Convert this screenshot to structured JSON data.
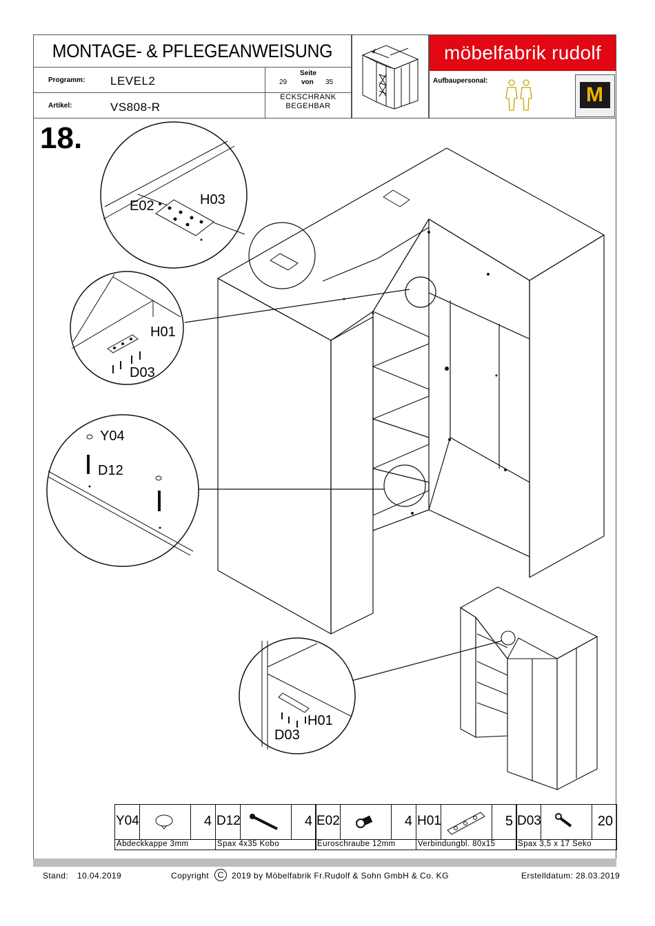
{
  "header": {
    "title": "MONTAGE- & PFLEGEANWEISUNG",
    "programm_label": "Programm:",
    "programm_value": "LEVEL2",
    "artikel_label": "Artikel:",
    "artikel_value": "VS808-R",
    "seite_label": "Seite",
    "seite_current": "29",
    "seite_von": "von",
    "seite_total": "35",
    "product_line1": "ECKSCHRANK",
    "product_line2": "BEGEHBAR",
    "brand": "möbelfabrik rudolf",
    "aufbaupersonal_label": "Aufbaupersonal:"
  },
  "step": {
    "number": "18."
  },
  "callouts": {
    "top": {
      "a": "E02",
      "b": "H03"
    },
    "left_upper": {
      "a": "H01",
      "b": "D03"
    },
    "left_lower": {
      "a": "Y04",
      "b": "D12"
    },
    "bottom": {
      "a": "H01",
      "b": "D03"
    }
  },
  "parts": [
    {
      "code": "Y04",
      "count": "4",
      "desc": "Abdeckkappe 3mm",
      "icon": "cap-icon"
    },
    {
      "code": "D12",
      "count": "4",
      "desc": "Spax  4x35  Kobo",
      "icon": "screw-icon"
    },
    {
      "code": "E02",
      "count": "4",
      "desc": "Euroschraube 12mm",
      "icon": "euro-screw-icon"
    },
    {
      "code": "H01",
      "count": "5",
      "desc": "Verbindungbl. 80x15",
      "icon": "plate-icon"
    },
    {
      "code": "D03",
      "count": "20",
      "desc": "Spax  3,5 x 17  Seko",
      "icon": "small-screw-icon"
    }
  ],
  "footer": {
    "stand_label": "Stand:",
    "stand_value": "10.04.2019",
    "copyright": "Copyright",
    "copyright_rest": "2019  by Möbelfabrik Fr.Rudolf & Sohn GmbH & Co. KG",
    "erstelldatum": "Erstelldatum: 28.03.2019"
  }
}
